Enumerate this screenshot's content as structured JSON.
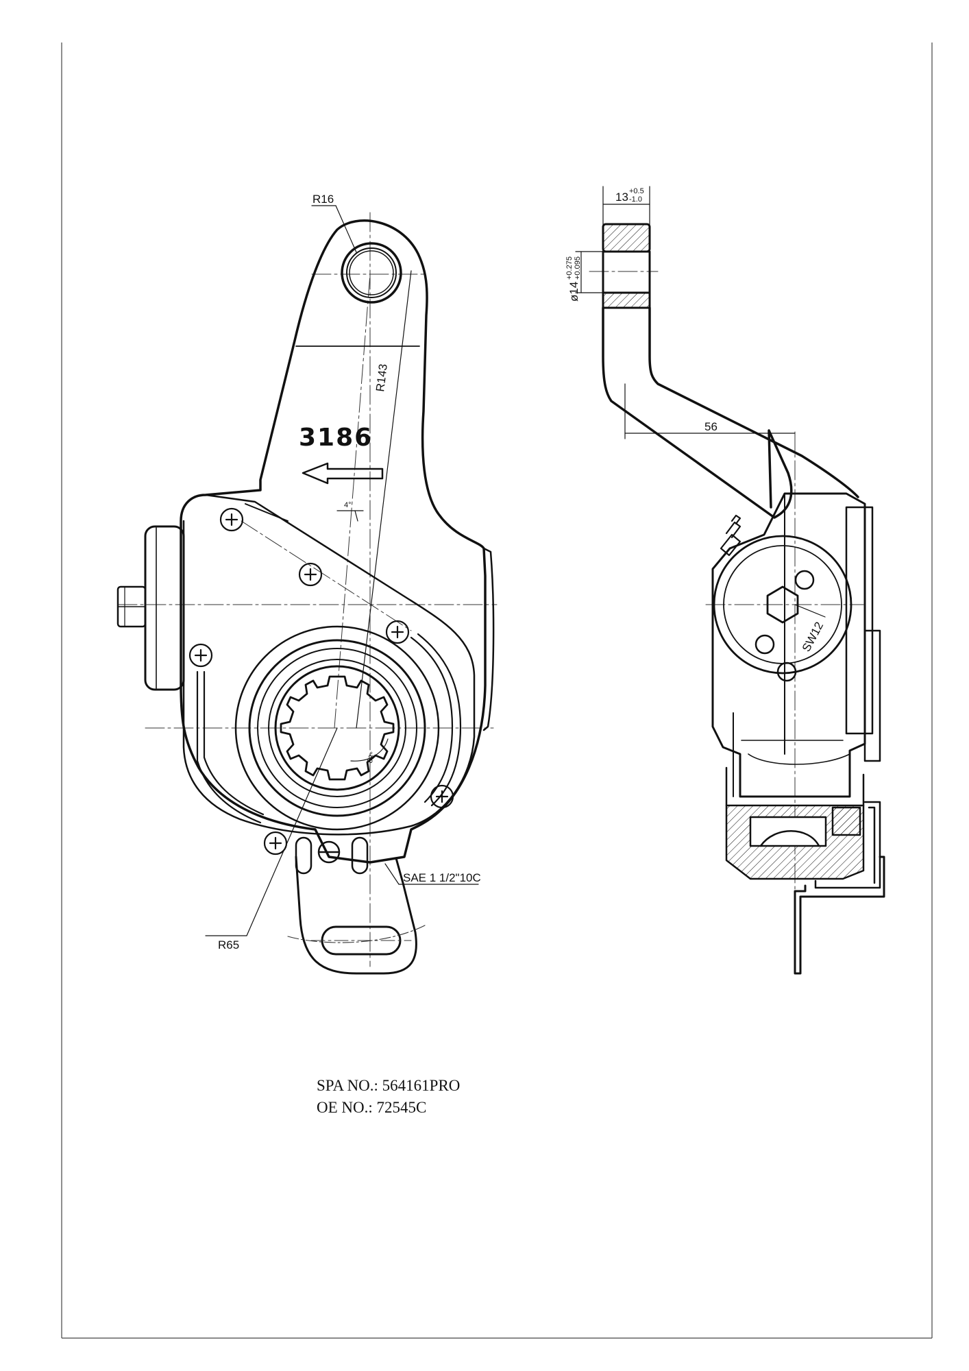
{
  "drawing": {
    "part_marking": "3186",
    "dimensions": {
      "r16": "R16",
      "r143": "R143",
      "r65": "R65",
      "angle_4": "4°",
      "angle_83": "83°",
      "spline": "SAE 1 1/2\"10C",
      "width_13": "13",
      "width_13_tol_upper": "+0.5",
      "width_13_tol_lower": "-1.0",
      "bore_14": "ø14",
      "bore_14_tol_upper": "+0.275",
      "bore_14_tol_lower": "+0.095",
      "offset_56": "56",
      "hex_sw12": "SW12"
    }
  },
  "info": {
    "spa_no": "SPA NO.: 564161PRO",
    "oe_no": "OE NO.: 72545C"
  }
}
